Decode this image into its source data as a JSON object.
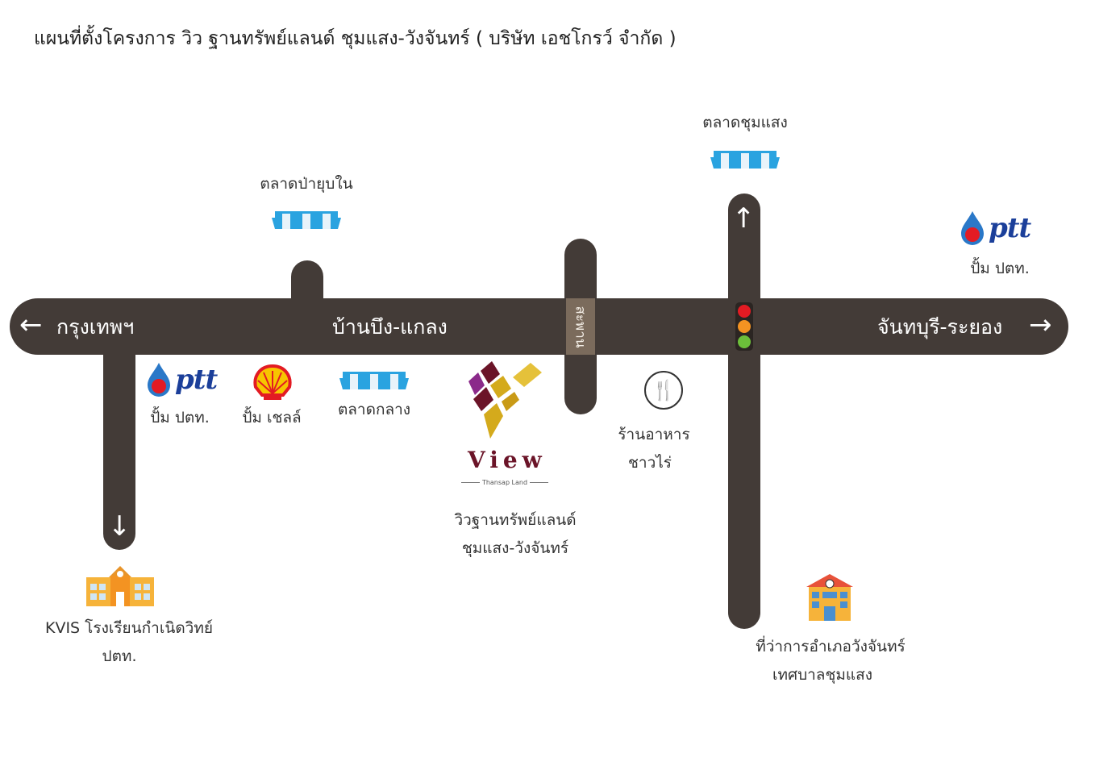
{
  "title": "แผนที่ตั้งโครงการ วิว ฐานทรัพย์แลนด์ ชุมแสง-วังจันทร์ ( บริษัท เอชโกรว์ จำกัด )",
  "roads": {
    "west": "กรุงเทพฯ",
    "main": "บ้านบึง-แกลง",
    "east": "จันทบุรี-ระยอง",
    "bridge": "สะพาน"
  },
  "places": {
    "market_paibubnai": "ตลาดป่ายุบใน",
    "market_chumsaeng": "ตลาดชุมแสง",
    "ptt_east_brand": "ptt",
    "ptt_east": "ปั้ม ปตท.",
    "ptt_west_brand": "ptt",
    "ptt_west": "ปั้ม ปตท.",
    "shell": "ปั้ม เชลล์",
    "market_central": "ตลาดกลาง",
    "project_logo": "View",
    "project_logo_sub": "Thansap Land",
    "project_line1": "วิวฐานทรัพย์แลนด์",
    "project_line2": "ชุมแสง-วังจันทร์",
    "restaurant_line1": "ร้านอาหาร",
    "restaurant_line2": "ชาวไร่",
    "school_line1": "KVIS  โรงเรียนกำเนิดวิทย์",
    "school_line2": "ปตท.",
    "district_line1": "ที่ว่าการอำเภอวังจันทร์",
    "district_line2": "เทศบาลชุมแสง"
  },
  "colors": {
    "road": "#433b37",
    "bridge": "#7b6b5c",
    "awning_blue": "#2aa3e0",
    "ptt_blue": "#1b3f9a",
    "ptt_red": "#e31b23",
    "gold": "#d4aa1c",
    "maroon": "#6b1428"
  }
}
